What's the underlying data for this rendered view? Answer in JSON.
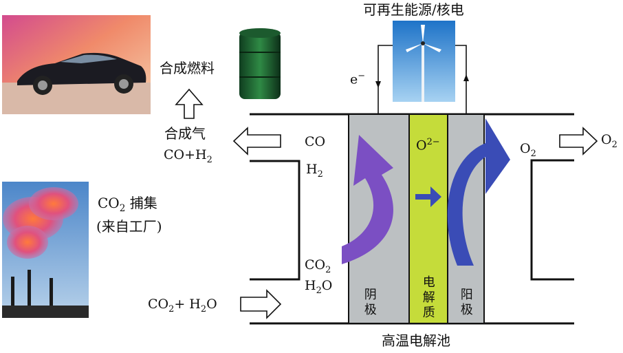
{
  "labels": {
    "energy_source": "可再生能源/核电",
    "electron": "e",
    "electron_sup": "−",
    "fuel": "合成燃料",
    "syngas": "合成气",
    "syngas_formula_a": "CO+H",
    "syngas_formula_sub": "2",
    "co_out": "CO",
    "h2_out": "H",
    "h2_out_sub": "2",
    "o_ion": "O",
    "o_ion_sup": "2−",
    "o2_in": "O",
    "o2_in_sub": "2",
    "o2_out": "O",
    "o2_out_sub": "2",
    "co2_capture": "CO",
    "co2_capture_sub": "2",
    "co2_capture_rest": " 捕集",
    "co2_source": "(来自工厂)",
    "co2_in": "CO",
    "co2_in_sub": "2",
    "h2o_in": "H",
    "h2o_in_sub": "2",
    "h2o_in_rest": "O",
    "feed_a": "CO",
    "feed_a_sub": "2",
    "feed_b": "+ H",
    "feed_b_sub": "2",
    "feed_c": "O",
    "cathode": "阴极",
    "electrolyte": "电解质",
    "anode": "阳极",
    "cell_title": "高温电解池"
  },
  "colors": {
    "electrode": "#bcc0c2",
    "electrolyte": "#c5dc3a",
    "purple_arrow": "#7b4fc3",
    "blue_arrow": "#3a4cb6",
    "line": "#111111"
  },
  "images": {
    "car": "car-photo",
    "barrel": "oil-barrel",
    "turbine": "wind-turbine",
    "factory": "factory-smokestack"
  }
}
